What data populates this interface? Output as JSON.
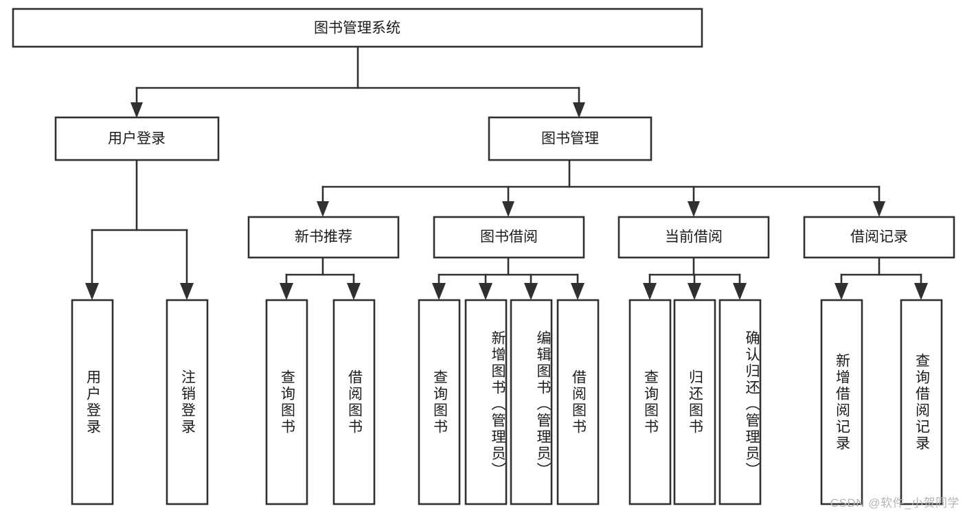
{
  "diagram": {
    "title": "图书管理系统",
    "watermark": "CSDN @软件_小贺同学",
    "colors": {
      "stroke": "#303030",
      "fill": "#ffffff",
      "text": "#1b1b1b",
      "watermark": "#b4b4b4",
      "background": "#ffffff"
    },
    "levels": {
      "root": {
        "label": "图书管理系统"
      },
      "level1": [
        {
          "label": "用户登录"
        },
        {
          "label": "图书管理"
        }
      ],
      "level2": [
        {
          "label": "新书推荐"
        },
        {
          "label": "图书借阅"
        },
        {
          "label": "当前借阅"
        },
        {
          "label": "借阅记录"
        }
      ],
      "leaves": {
        "user_login": [
          {
            "label": "用户登录"
          },
          {
            "label": "注销登录"
          }
        ],
        "new_book_recommend": [
          {
            "label": "查询图书"
          },
          {
            "label": "借阅图书"
          }
        ],
        "book_borrow": [
          {
            "label": "查询图书"
          },
          {
            "label": "新增图书（管理员）"
          },
          {
            "label": "编辑图书（管理员）"
          },
          {
            "label": "借阅图书"
          }
        ],
        "current_borrow": [
          {
            "label": "查询图书"
          },
          {
            "label": "归还图书"
          },
          {
            "label": "确认归还（管理员）"
          }
        ],
        "borrow_record": [
          {
            "label": "新增借阅记录"
          },
          {
            "label": "查询借阅记录"
          }
        ]
      }
    }
  }
}
